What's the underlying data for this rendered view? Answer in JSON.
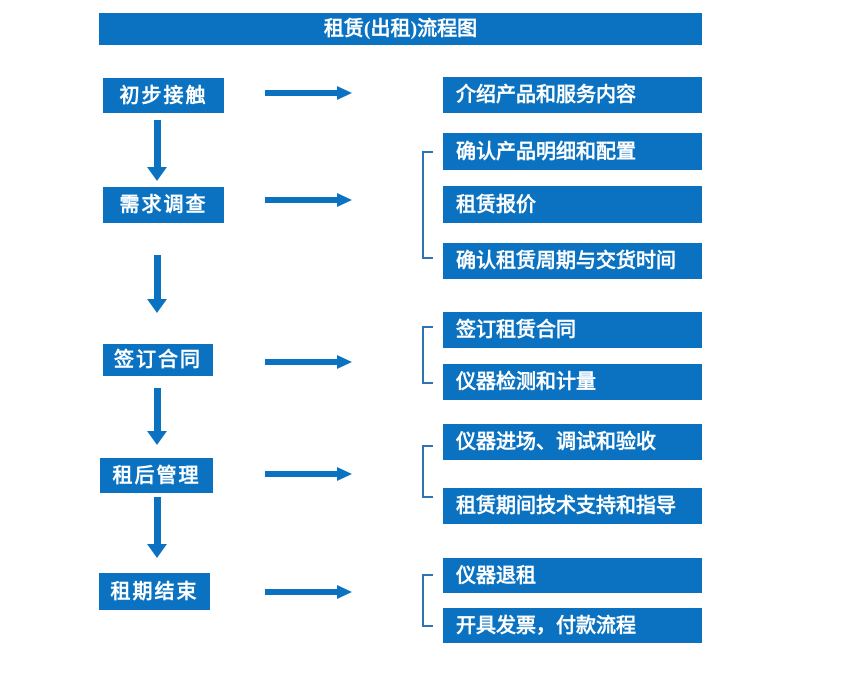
{
  "title": "租赁(出租)流程图",
  "colors": {
    "primary": "#0a72c0",
    "bracket": "#2e74b5",
    "box_text": "#ffffff",
    "background": "#ffffff"
  },
  "steps": [
    {
      "label": "初步接触",
      "details": [
        "介绍产品和服务内容"
      ]
    },
    {
      "label": "需求调查",
      "details": [
        "确认产品明细和配置",
        "租赁报价",
        "确认租赁周期与交货时间"
      ]
    },
    {
      "label": "签订合同",
      "details": [
        "签订租赁合同",
        "仪器检测和计量"
      ]
    },
    {
      "label": "租后管理",
      "details": [
        "仪器进场、调试和验收",
        "租赁期间技术支持和指导"
      ]
    },
    {
      "label": "租期结束",
      "details": [
        "仪器退租",
        "开具发票，付款流程"
      ]
    }
  ]
}
